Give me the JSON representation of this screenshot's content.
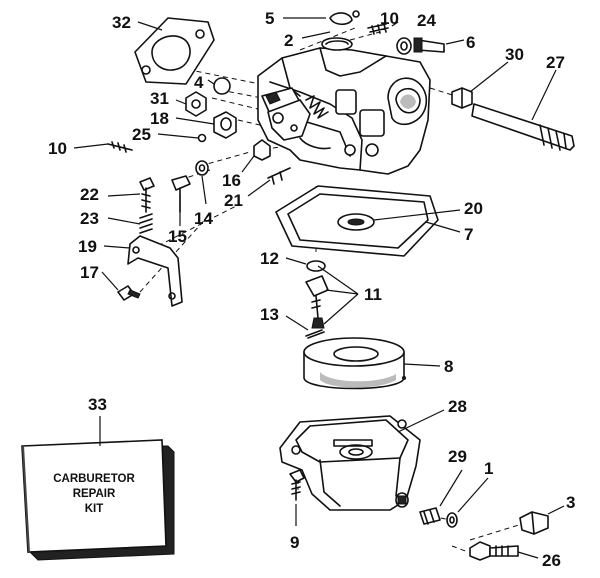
{
  "callouts": {
    "c1": "1",
    "c2": "2",
    "c3": "3",
    "c4": "4",
    "c5": "5",
    "c6": "6",
    "c7": "7",
    "c8": "8",
    "c9": "9",
    "c10a": "10",
    "c10b": "10",
    "c11": "11",
    "c12": "12",
    "c13": "13",
    "c14": "14",
    "c15": "15",
    "c16": "16",
    "c17": "17",
    "c18": "18",
    "c19": "19",
    "c20": "20",
    "c21": "21",
    "c22": "22",
    "c23": "23",
    "c24": "24",
    "c25": "25",
    "c26": "26",
    "c27": "27",
    "c28": "28",
    "c29": "29",
    "c30": "30",
    "c31": "31",
    "c32": "32",
    "c33": "33"
  },
  "kit": {
    "line1": "CARBURETOR",
    "line2": "REPAIR",
    "line3": "KIT"
  }
}
